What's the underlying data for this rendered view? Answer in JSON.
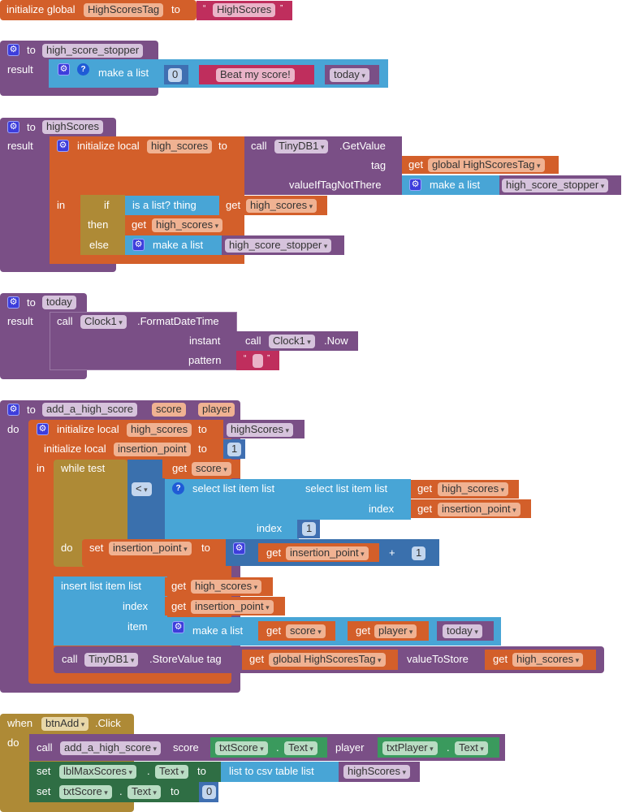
{
  "global_init": {
    "label": "initialize global",
    "var_name": "HighScoresTag",
    "to": "to",
    "string_value": "HighScores",
    "quote_open": "“",
    "quote_close": "”"
  },
  "proc_stopper": {
    "to": "to",
    "name": "high_score_stopper",
    "result": "result",
    "make_list": "make a list",
    "item0": "0",
    "item1": "Beat my score!",
    "item2": "today"
  },
  "proc_highscores": {
    "to": "to",
    "name": "highScores",
    "result": "result",
    "init_local": "initialize local",
    "local_name": "high_scores",
    "to_kw": "to",
    "call": "call",
    "component": "TinyDB1",
    "method": ".GetValue",
    "tag": "tag",
    "get": "get",
    "tag_var": "global HighScoresTag",
    "value_if": "valueIfTagNotThere",
    "make_list": "make a list",
    "stopper": "high_score_stopper",
    "in": "in",
    "if": "if",
    "is_list": "is a list?  thing",
    "get_hs": "high_scores",
    "then": "then",
    "else": "else"
  },
  "proc_today": {
    "to": "to",
    "name": "today",
    "result": "result",
    "call": "call",
    "component": "Clock1",
    "method": ".FormatDateTime",
    "instant": "instant",
    "now_method": ".Now",
    "pattern": "pattern",
    "pattern_value": ""
  },
  "proc_add": {
    "to": "to",
    "name": "add_a_high_score",
    "param1": "score",
    "param2": "player",
    "do": "do",
    "init_local": "initialize local",
    "local1": "high_scores",
    "to_kw": "to",
    "call_hs": "highScores",
    "local2": "insertion_point",
    "one": "1",
    "in": "in",
    "while": "while  test",
    "get": "get",
    "score": "score",
    "op": "<",
    "select": "select list item  list",
    "index": "index",
    "high_scores": "high_scores",
    "insertion_point": "insertion_point",
    "do_kw": "do",
    "set": "set",
    "plus": "+",
    "insert": "insert list item  list",
    "item": "item",
    "make_list": "make a list",
    "player": "player",
    "today": "today",
    "call": "call",
    "component": "TinyDB1",
    "store": ".StoreValue  tag",
    "tag_var": "global HighScoresTag",
    "value_to_store": "valueToStore"
  },
  "event": {
    "when": "when",
    "component": "btnAdd",
    "event": ".Click",
    "do": "do",
    "call": "call",
    "proc": "add_a_high_score",
    "score": "score",
    "txtScore": "txtScore",
    "dot": ".",
    "text": "Text",
    "player": "player",
    "txtPlayer": "txtPlayer",
    "set": "set",
    "lbl": "lblMaxScores",
    "to": "to",
    "csv": "list to csv table  list",
    "hs": "highScores",
    "zero": "0"
  },
  "icons": {
    "mutator": "gear-icon",
    "help": "help-icon"
  }
}
